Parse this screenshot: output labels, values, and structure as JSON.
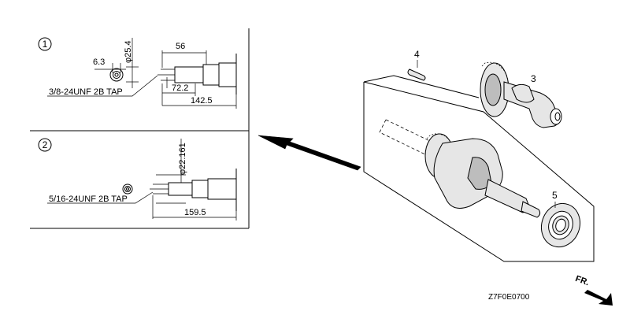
{
  "detail_1": {
    "index": "1",
    "dim_diameter": "φ25.4",
    "dim_small": "6.3",
    "dim_56": "56",
    "dim_72": "72.2",
    "dim_142": "142.5",
    "tap": "3/8-24UNF 2B TAP"
  },
  "detail_2": {
    "index": "2",
    "dim_diameter": "φ22.161",
    "dim_159": "159.5",
    "tap": "5/16-24UNF 2B TAP"
  },
  "callouts": {
    "p3": "3",
    "p4": "4",
    "p5": "5"
  },
  "front_label": "FR.",
  "drawing_code": "Z7F0E0700"
}
